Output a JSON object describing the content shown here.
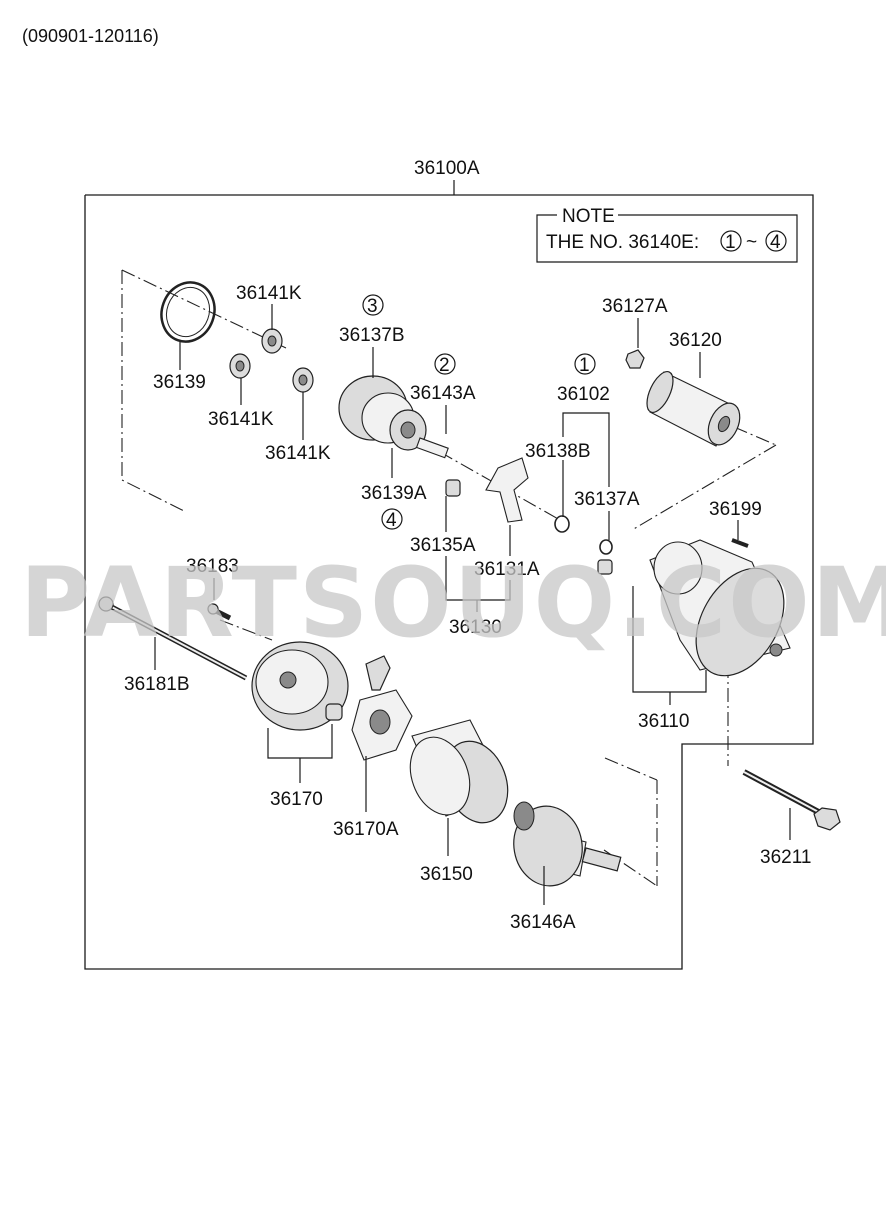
{
  "header": {
    "date_range": "(090901-120116)"
  },
  "assembly_label": "36100A",
  "note": {
    "title": "NOTE",
    "text": "THE NO. 36140E:",
    "range_start": "1",
    "range_sep": "~",
    "range_end": "4"
  },
  "callouts": {
    "c1": "1",
    "c2": "2",
    "c3": "3",
    "c4": "4"
  },
  "parts": {
    "p36141k_top": "36141K",
    "p36139": "36139",
    "p36141k_mid": "36141K",
    "p36141k_low": "36141K",
    "p36137b": "36137B",
    "p36143a": "36143A",
    "p36139a": "36139A",
    "p36102": "36102",
    "p36138b": "36138B",
    "p36137a": "36137A",
    "p36127a": "36127A",
    "p36120": "36120",
    "p36199": "36199",
    "p36135a": "36135A",
    "p36131a": "36131A",
    "p36130": "36130",
    "p36183": "36183",
    "p36181b": "36181B",
    "p36110": "36110",
    "p36170": "36170",
    "p36170a": "36170A",
    "p36150": "36150",
    "p36146a": "36146A",
    "p36211": "36211"
  },
  "watermark": "PARTSOUQ.COM"
}
